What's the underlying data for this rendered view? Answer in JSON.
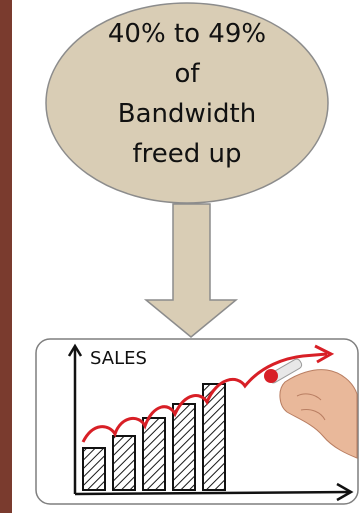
{
  "diagram": {
    "callout": {
      "lines": [
        "40% to 49%",
        "of",
        "Bandwidth",
        "freed up"
      ],
      "fill": "#d9cdb5",
      "stroke": "#8c8c8c"
    },
    "arrow": {
      "direction": "down",
      "fill": "#d9cdb5",
      "stroke": "#8c8c8c"
    },
    "sales_image": {
      "label": "SALES",
      "bar_levels": [
        0.35,
        0.45,
        0.6,
        0.72,
        0.88
      ],
      "trend_color": "#d81f26",
      "frame_stroke": "#7f7f7f"
    }
  }
}
